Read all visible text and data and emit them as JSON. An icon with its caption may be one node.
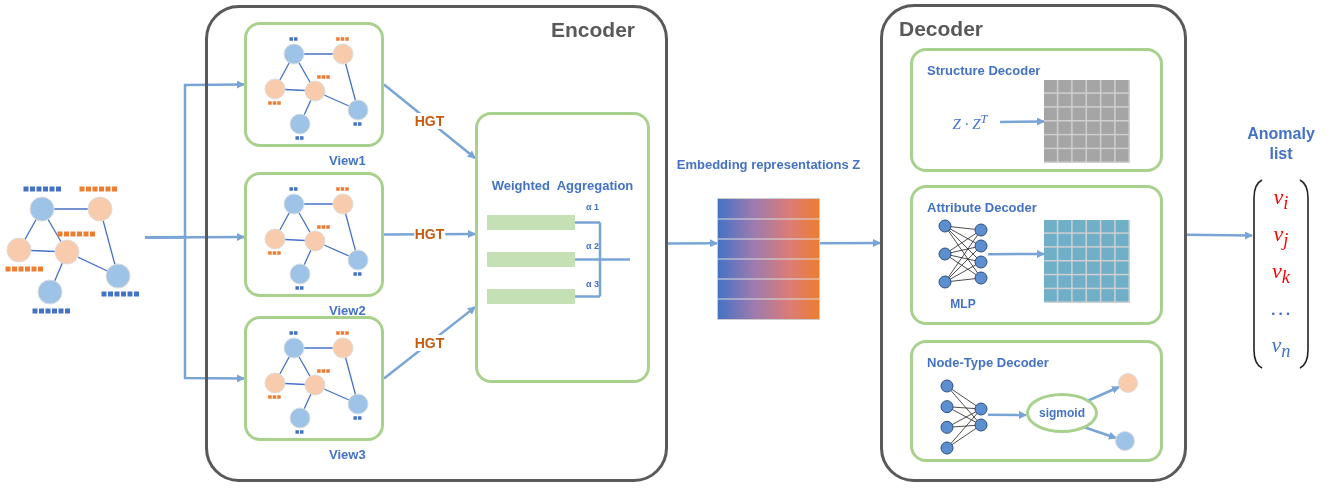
{
  "diagram": {
    "nodes": [
      {
        "text": [],
        "shape": "picture"
      },
      {
        "text": [
          "Encoder"
        ]
      },
      {
        "text": [
          "View1"
        ],
        "in": 1
      },
      {
        "text": [
          "View2"
        ],
        "in": 1
      },
      {
        "text": [
          "View3"
        ],
        "in": 1
      },
      {
        "text": [
          "Weighted  Aggregation"
        ],
        "in": 1
      },
      {
        "text": [
          "Embedding representations Z"
        ]
      },
      {
        "text": [
          "Decoder"
        ]
      },
      {
        "text": [
          "Structure Decoder"
        ],
        "in": 7
      },
      {
        "text": [
          "Z · Z$^{T}$"
        ],
        "in": 8
      },
      {
        "text": [],
        "shape": "box",
        "in": 8
      },
      {
        "text": [
          "Attribute Decoder"
        ],
        "in": 7
      },
      {
        "text": [
          "MLP"
        ],
        "in": 11
      },
      {
        "text": [],
        "shape": "box",
        "in": 11
      },
      {
        "text": [
          "Node-Type Decoder"
        ],
        "in": 7
      },
      {
        "text": [],
        "shape": "picture",
        "in": 14
      },
      {
        "text": [
          "sigmoid"
        ],
        "in": 14
      },
      {
        "text": [],
        "shape": "circle",
        "in": 14
      },
      {
        "text": [],
        "shape": "circle",
        "in": 14
      },
      {
        "text": [
          "Anomaly list",
          "v$_{i}$",
          "v$_{j}$",
          "v$_{k}$",
          "…",
          "v$_{n}$"
        ]
      }
    ],
    "edges": [
      {
        "from": 0,
        "to": 2,
        "arrow": "to"
      },
      {
        "from": 0,
        "to": 3,
        "arrow": "to"
      },
      {
        "from": 0,
        "to": 4,
        "arrow": "to"
      },
      {
        "from": 2,
        "to": 5,
        "arrow": "to",
        "label": "HGT"
      },
      {
        "from": 3,
        "to": 5,
        "arrow": "to",
        "label": "HGT"
      },
      {
        "from": 4,
        "to": 5,
        "arrow": "to",
        "label": "HGT"
      },
      {
        "from": 1,
        "to": 6,
        "arrow": "to"
      },
      {
        "from": 6,
        "to": 7,
        "arrow": "to"
      },
      {
        "from": 7,
        "to": 19,
        "arrow": "to"
      },
      {
        "from": 9,
        "to": 10,
        "arrow": "to"
      },
      {
        "from": 12,
        "to": 13,
        "arrow": "to"
      },
      {
        "from": 15,
        "to": 16,
        "arrow": "to"
      },
      {
        "from": 16,
        "to": 17,
        "arrow": "to"
      },
      {
        "from": 16,
        "to": 18,
        "arrow": "to"
      }
    ],
    "labels": [
      "α 1",
      "α 2",
      "α 3"
    ]
  }
}
